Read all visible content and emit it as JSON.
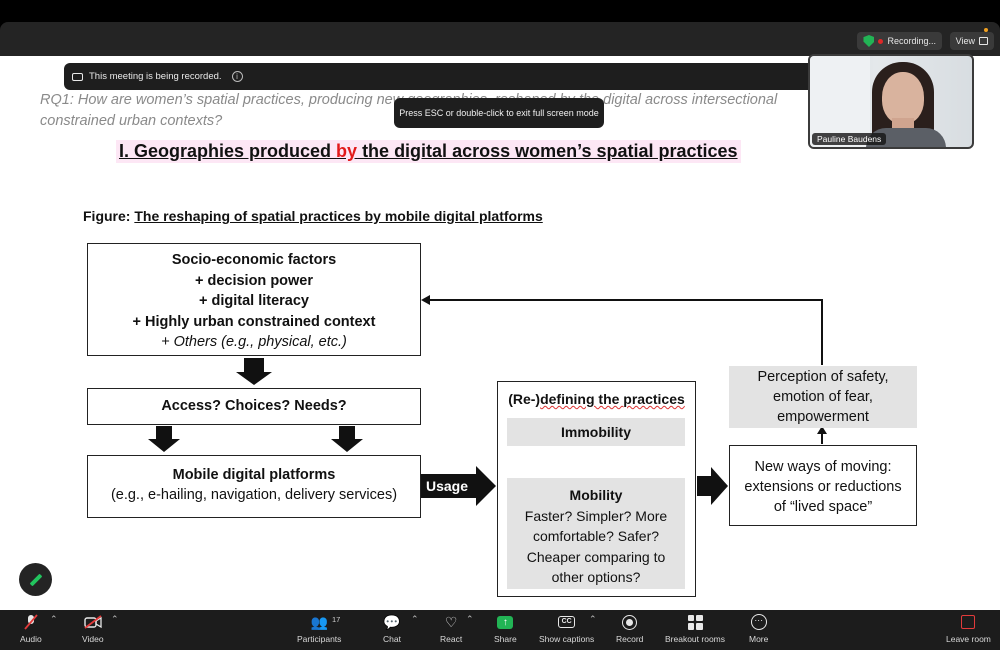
{
  "topbar": {
    "recording_label": "Recording...",
    "view_label": "View"
  },
  "overlays": {
    "recording_banner": "This meeting is being recorded.",
    "esc_tip": "Press ESC or double-click to exit full screen mode"
  },
  "participant": {
    "name": "Pauline Baudens"
  },
  "slide": {
    "rq_line1": "RQ1: How are women’s spatial practices, producing new geographies, reshaped by the digital across intersectional",
    "rq_line2": "constrained urban contexts?",
    "heading_pre": "I. Geographies produced ",
    "heading_by": "by",
    "heading_post": " the digital across women’s spatial practices",
    "figure_prefix": "Figure: ",
    "figure_title": "The reshaping of spatial practices by mobile digital platforms",
    "box1": {
      "line1": "Socio-economic factors",
      "line2": "+ decision power",
      "line3": "+ digital literacy",
      "line4": "+ Highly urban constrained context",
      "line5": "+ Others (e.g., physical, etc.)"
    },
    "box2": "Access? Choices? Needs?",
    "box3": {
      "line1": "Mobile digital platforms",
      "line2": "(e.g., e-hailing, navigation, delivery services)"
    },
    "usage_label": "Usage",
    "box4": {
      "title_pre": "(Re-)",
      "title_post": "defining the practices",
      "immobility": "Immobility",
      "mobility": "Mobility",
      "mob_line1": "Faster? Simpler? More",
      "mob_line2": "comfortable? Safer?",
      "mob_line3": "Cheaper comparing to",
      "mob_line4": "other options?"
    },
    "box5": {
      "line1": "Perception of safety,",
      "line2": "emotion of fear,",
      "line3": "empowerment"
    },
    "box6": {
      "line1": "New ways of moving:",
      "line2": "extensions or reductions",
      "line3": "of “lived space”"
    }
  },
  "toolbar": {
    "audio": "Audio",
    "video": "Video",
    "participants": "Participants",
    "participants_count": "17",
    "chat": "Chat",
    "react": "React",
    "share": "Share",
    "captions": "Show captions",
    "record": "Record",
    "breakout": "Breakout rooms",
    "more": "More",
    "leave": "Leave room"
  },
  "colors": {
    "heading_highlight": "#fde7f5",
    "by_red": "#e21a1a",
    "share_green": "#22b455"
  }
}
